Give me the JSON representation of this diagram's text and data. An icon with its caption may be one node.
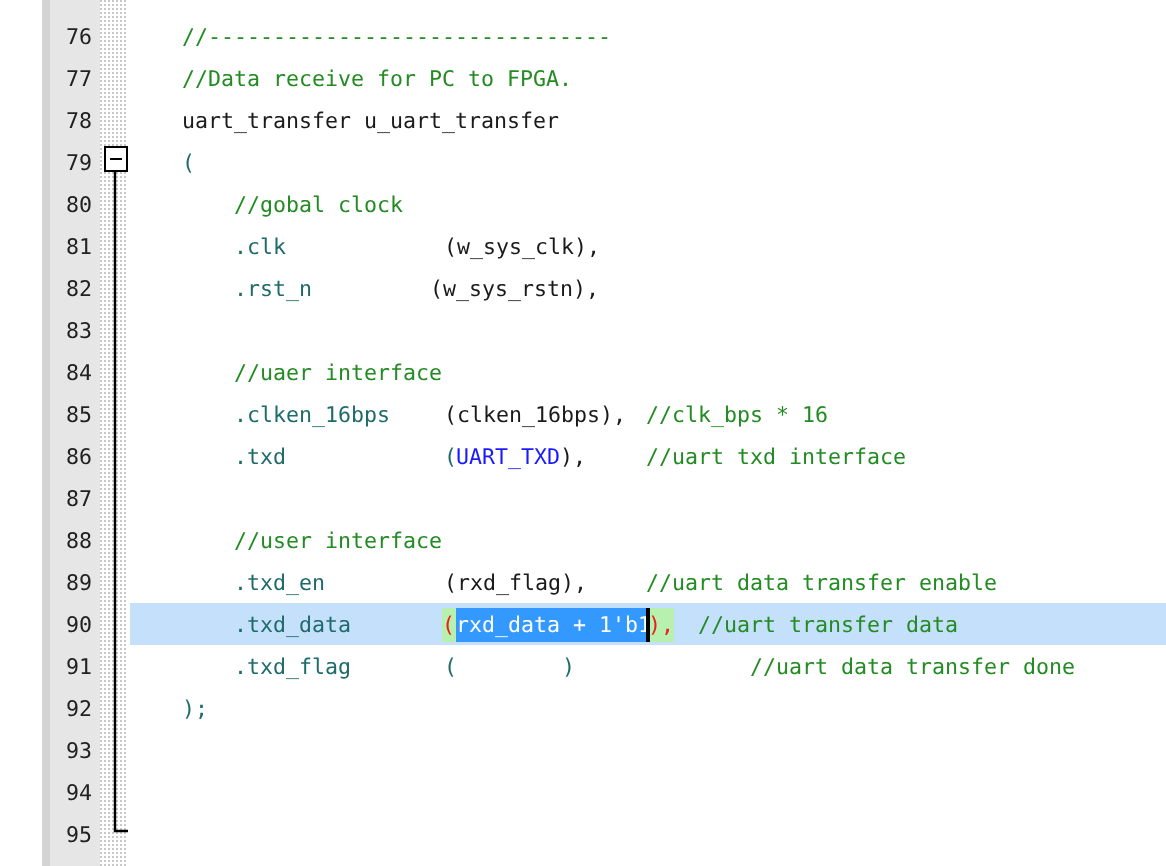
{
  "diagram": {
    "labels": [
      "76",
      "//-------------------------------",
      "77",
      "//Data receive for PC to FPGA.",
      "78",
      "uart_transfer u_uart_transfer",
      "79",
      "(",
      "80",
      "//gobal clock",
      "81",
      ".clk",
      "(w_sys_clk),",
      "82",
      ".rst_n",
      "(w_sys_rstn),",
      "83",
      "84",
      "//uaer interface",
      "85",
      ".clken_16bps",
      "(clken_16bps),",
      "//clk_bps * 16",
      "86",
      ".txd",
      "(",
      "UART_TXD",
      "),",
      "//uart txd interface",
      "87",
      "88",
      "//user interface",
      "89",
      ".txd_en",
      "(rxd_flag),",
      "//uart data transfer enable",
      "90",
      ".txd_data",
      "(",
      "rxd_data + 1'b1",
      "),",
      "//uart transfer data",
      "91",
      ".txd_flag",
      "(",
      ")",
      "//uart data transfer done",
      "92",
      ");",
      "93",
      "94",
      "95"
    ]
  }
}
